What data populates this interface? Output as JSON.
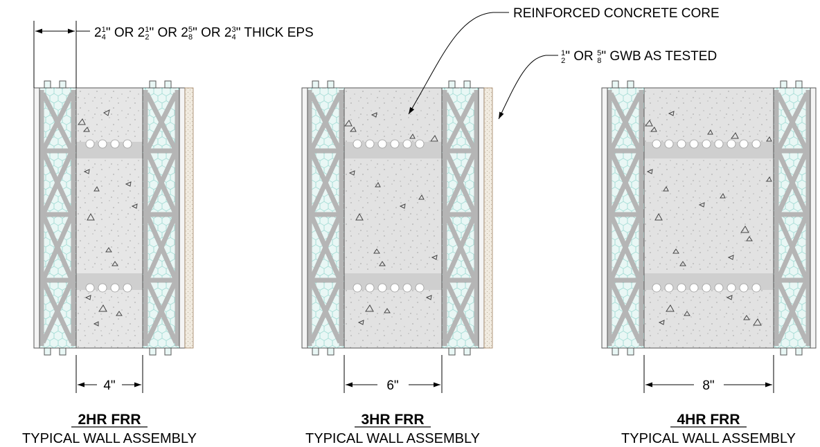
{
  "notes": {
    "eps_thickness": {
      "w1": "2",
      "n1": "1",
      "d1": "4",
      "or1": "\" OR ",
      "w2": "2",
      "n2": "1",
      "d2": "2",
      "or2": "\" OR ",
      "w3": "2",
      "n3": "5",
      "d3": "8",
      "or3": "\" OR ",
      "w4": "2",
      "n4": "3",
      "d4": "4",
      "tail": "\" THICK EPS"
    },
    "core": "REINFORCED CONCRETE CORE",
    "gwb": {
      "n1": "1",
      "d1": "2",
      "mid": "\" OR ",
      "n2": "5",
      "d2": "8",
      "tail": "\" GWB AS TESTED"
    }
  },
  "assemblies": [
    {
      "rating": "2HR FRR",
      "subtitle": "TYPICAL WALL ASSEMBLY",
      "core_dim": "4\""
    },
    {
      "rating": "3HR FRR",
      "subtitle": "TYPICAL WALL ASSEMBLY",
      "core_dim": "6\""
    },
    {
      "rating": "4HR FRR",
      "subtitle": "TYPICAL WALL ASSEMBLY",
      "core_dim": "8\""
    }
  ],
  "colors": {
    "eps_fill": "#e9f7f5",
    "eps_hex": "#8fd3cb",
    "concrete": "#e2e2e2",
    "web": "#c8c8c8",
    "gwb": "#f1ebe0",
    "line": "#555555"
  }
}
